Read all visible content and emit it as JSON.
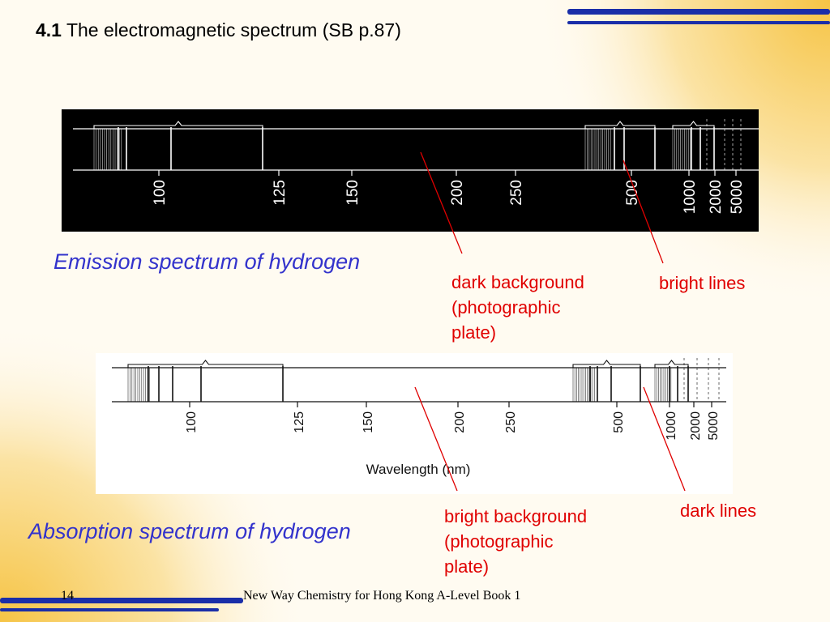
{
  "slide": {
    "title_number": "4.1",
    "title_text": "The electromagnetic spectrum (SB p.87)",
    "page_number": "14",
    "footer": "New Way Chemistry for Hong Kong A-Level Book 1"
  },
  "emission": {
    "caption": "Emission spectrum of hydrogen",
    "ticks": [
      "100",
      "125",
      "150",
      "200",
      "250",
      "500",
      "1000",
      "2000",
      "5000"
    ],
    "label_background": [
      "dark background",
      "(photographic",
      "plate)"
    ],
    "label_lines": "bright lines"
  },
  "absorption": {
    "caption": "Absorption spectrum of hydrogen",
    "ticks": [
      "100",
      "125",
      "150",
      "200",
      "250",
      "500",
      "1000",
      "2000",
      "5000"
    ],
    "axis_label": "Wavelength (nm)",
    "label_background": [
      "bright background",
      "(photographic",
      "plate)"
    ],
    "label_lines": "dark lines"
  },
  "colors": {
    "caption": "#3333cc",
    "annotation": "#e00000",
    "stripe": "#1a2ea8",
    "accent_gold": "#f6c445"
  }
}
